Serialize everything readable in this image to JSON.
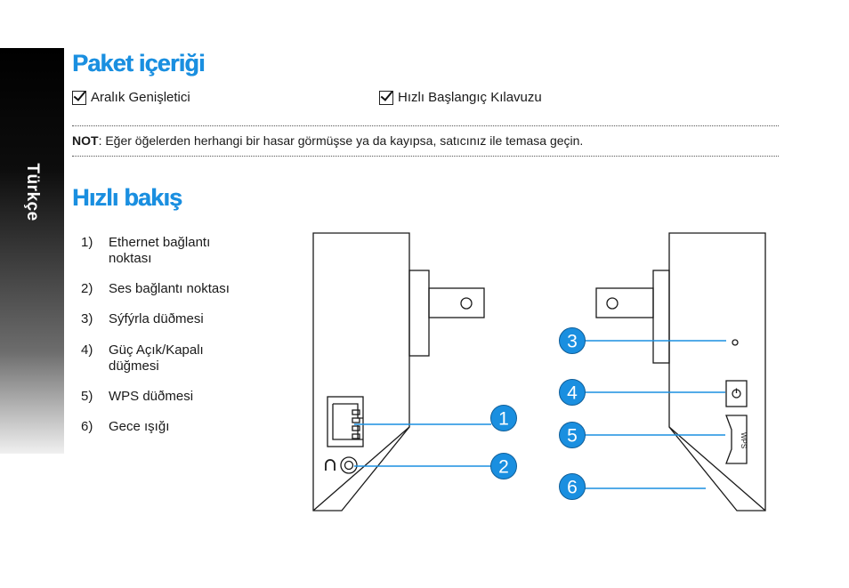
{
  "side_tab": {
    "label": "Türkçe"
  },
  "package_contents": {
    "title": "Paket içeriği",
    "items": [
      "Aralık Genişletici",
      "Hızlı Başlangıç Kılavuzu"
    ]
  },
  "note": {
    "label": "NOT",
    "text": ":  Eğer öğelerden herhangi bir hasar görmüşse ya da kayıpsa, satıcınız ile temasa geçin."
  },
  "quick_look": {
    "title": "Hızlı bakış",
    "items": [
      {
        "number": "1)",
        "label": "Ethernet bağlantı noktası"
      },
      {
        "number": "2)",
        "label": "Ses bağlantı noktası"
      },
      {
        "number": "3)",
        "label": "Sýfýrla düðmesi"
      },
      {
        "number": "4)",
        "label": "Güç Açık/Kapalı düğmesi"
      },
      {
        "number": "5)",
        "label": "WPS düðmesi"
      },
      {
        "number": "6)",
        "label": "Gece ışığı"
      }
    ]
  },
  "figure": {
    "callouts": [
      "1",
      "2",
      "3",
      "4",
      "5",
      "6"
    ],
    "wps_button_text": "WPS",
    "callout_color": "#1a8fe0"
  },
  "colors": {
    "heading": "#1a8fe0",
    "side_tab": "#000000"
  }
}
